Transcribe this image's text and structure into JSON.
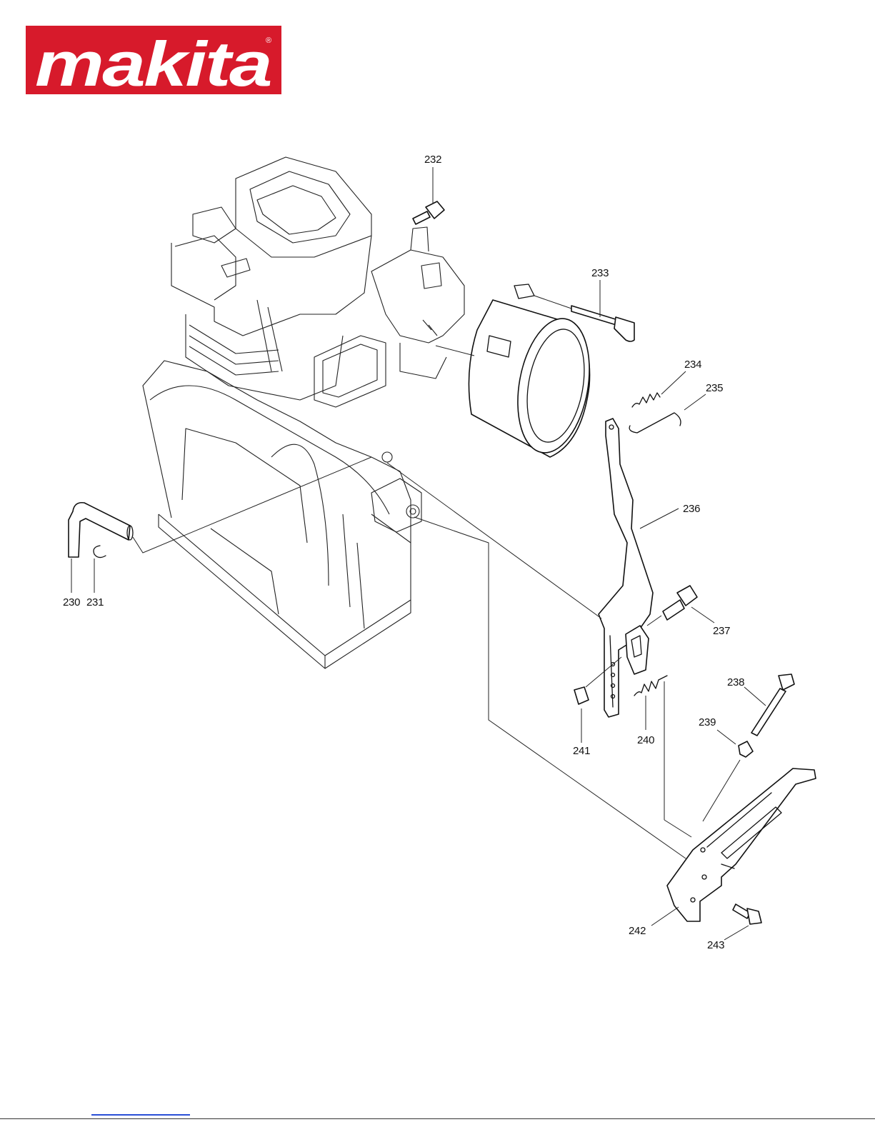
{
  "logo": {
    "text": "makita",
    "brand_color": "#d71a2b",
    "registered_mark": "®"
  },
  "diagram": {
    "part_numbers": [
      "230",
      "231",
      "232",
      "233",
      "234",
      "235",
      "236",
      "237",
      "238",
      "239",
      "240",
      "241",
      "242",
      "243"
    ]
  }
}
